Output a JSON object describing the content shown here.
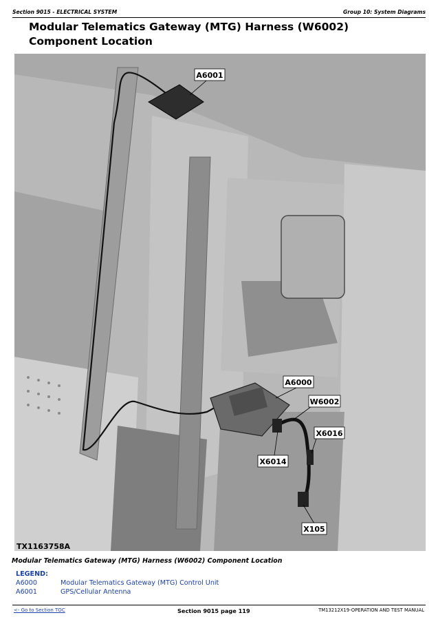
{
  "header": {
    "section": "Section 9015 - ELECTRICAL SYSTEM",
    "group": "Group 10: System Diagrams"
  },
  "title": "Modular Telematics Gateway (MTG) Harness (W6002) Component Location",
  "figure": {
    "id": "TX1163758A",
    "callouts": [
      "A6001",
      "A6000",
      "W6002",
      "X6016",
      "X6014",
      "X105"
    ]
  },
  "caption": "Modular Telematics Gateway (MTG) Harness (W6002) Component Location",
  "legend": {
    "title": "LEGEND:",
    "items": [
      {
        "code": "A6000",
        "desc": "Modular Telematics Gateway (MTG) Control Unit"
      },
      {
        "code": "A6001",
        "desc": "GPS/Cellular Antenna"
      }
    ]
  },
  "footer": {
    "toc_link": "<- Go to Section TOC",
    "page": "Section 9015 page 119",
    "manual": "TM13212X19-OPERATION AND TEST MANUAL"
  }
}
